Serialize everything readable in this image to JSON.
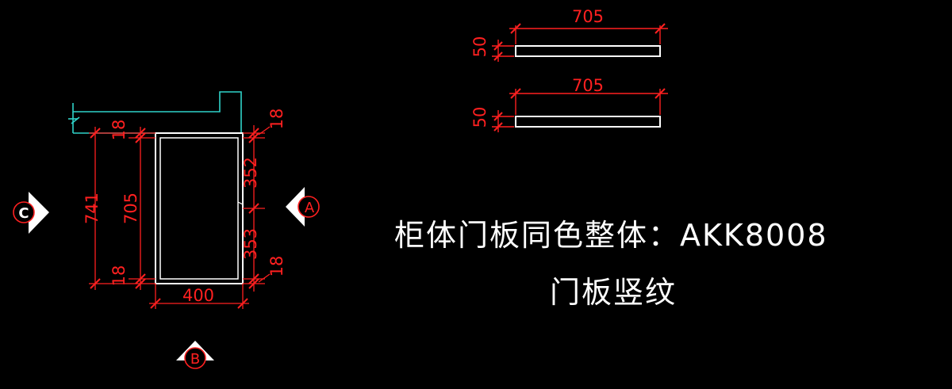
{
  "colors": {
    "background": "#000000",
    "dimension": "#ff2020",
    "outline": "#ffffff",
    "wall": "#2fd3c9"
  },
  "panels": [
    {
      "width_label": "705",
      "thickness_label": "50"
    },
    {
      "width_label": "705",
      "thickness_label": "50"
    }
  ],
  "cabinet": {
    "left_dims": {
      "top": "18",
      "total": "741",
      "inner": "705",
      "bottom": "18"
    },
    "right_dims": {
      "top": "18",
      "upper": "352",
      "lower": "353",
      "bottom": "18"
    },
    "width": "400"
  },
  "view_markers": {
    "a": "A",
    "b": "B",
    "c": "C"
  },
  "notes": {
    "line1": "柜体门板同色整体：AKK8008",
    "line2": "门板竖纹"
  }
}
